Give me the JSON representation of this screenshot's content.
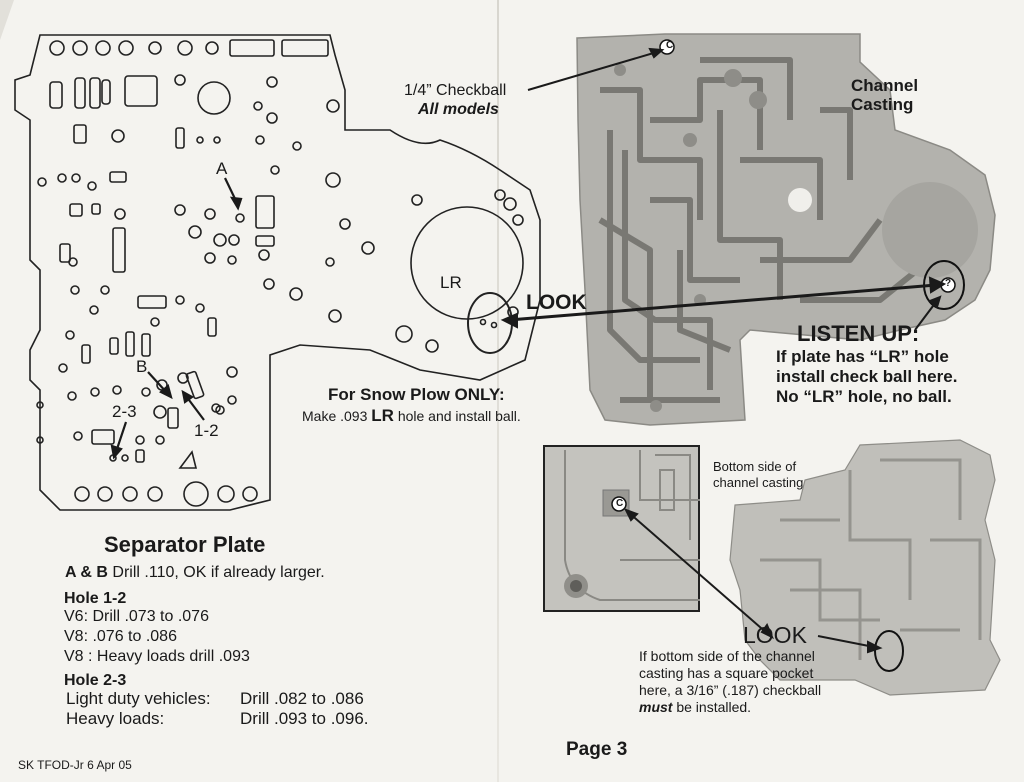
{
  "plate_labels": {
    "a": "A",
    "b": "B",
    "lr": "LR",
    "h23": "2-3",
    "h12": "1-2"
  },
  "checkball_callout": {
    "line1": "1/4” Checkball",
    "line2": "All models",
    "marker": "C"
  },
  "channel_casting": {
    "line1": "Channel",
    "line2": "Casting"
  },
  "look_top": "LOOK",
  "listen_up": {
    "title": "LISTEN UP:",
    "line1": "If plate has “LR” hole",
    "line2": "install check ball here.",
    "line3": "No “LR” hole, no ball.",
    "marker": "?"
  },
  "snow_plow": {
    "title": "For Snow Plow ONLY:",
    "pre": "Make .093 ",
    "lr": "LR",
    "post": " hole and install ball."
  },
  "bottom_side": {
    "line1": "Bottom side of",
    "line2": "channel casting",
    "marker": "C"
  },
  "look_bottom": "LOOK",
  "bottom_note": {
    "line1": "If bottom side of the channel",
    "line2": "casting has a square pocket",
    "line3": "here, a 3/16” (.187) checkball",
    "must": "must",
    "line4_rest": " be installed."
  },
  "separator": {
    "title": "Separator Plate",
    "ab_bold": "A & B",
    "ab_rest": " Drill .110, OK if already larger.",
    "hole12_title": "Hole 1-2",
    "v6": "V6:   Drill .073 to .076",
    "v8": "V8:   .076 to .086",
    "v8h": "V8 : Heavy loads drill .093",
    "hole23_title": "Hole 2-3",
    "light_label": "Light duty vehicles:",
    "light_val": "Drill .082 to .086",
    "heavy_label": "Heavy loads:",
    "heavy_val": "Drill .093 to .096."
  },
  "page_number": "Page 3",
  "footer": "SK TFOD-Jr  6 Apr  05",
  "colors": {
    "paper": "#f4f3ef",
    "ink": "#1a1a1a",
    "photo": "#b9b8b3"
  }
}
